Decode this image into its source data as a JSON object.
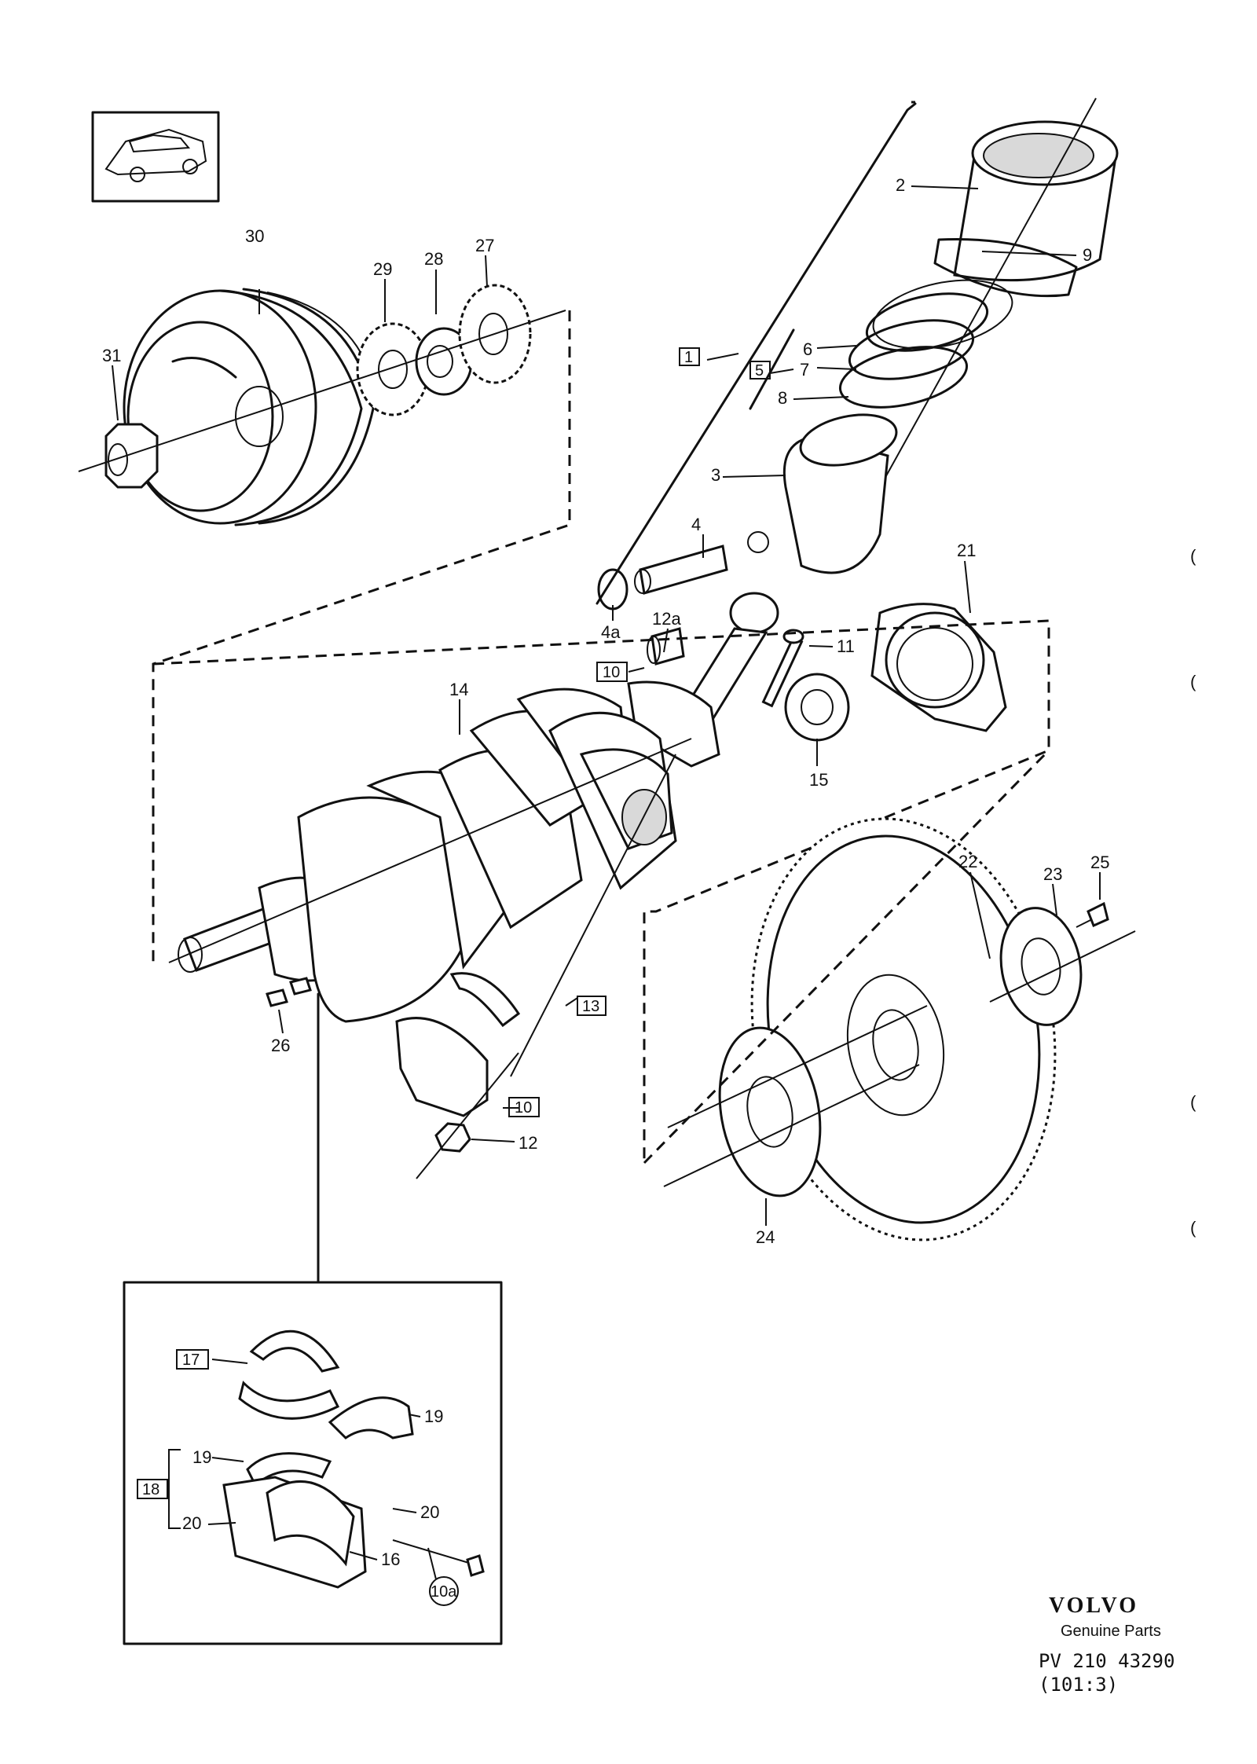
{
  "labels": {
    "l2": "2",
    "l3": "3",
    "l4": "4",
    "l4a": "4a",
    "l6": "6",
    "l7": "7",
    "l8": "8",
    "l9": "9",
    "l11": "11",
    "l12": "12",
    "l12a": "12a",
    "l14": "14",
    "l15": "15",
    "l16": "16",
    "l19a": "19",
    "l19b": "19",
    "l20a": "20",
    "l20b": "20",
    "l21": "21",
    "l22": "22",
    "l23": "23",
    "l24": "24",
    "l25": "25",
    "l26": "26",
    "l27": "27",
    "l28": "28",
    "l29": "29",
    "l30": "30",
    "l31": "31"
  },
  "boxed": {
    "b1": "1",
    "b5": "5",
    "b10a": "10",
    "b10b": "10",
    "b13": "13",
    "b17": "17",
    "b18": "18"
  },
  "circled": {
    "c10a": "10a"
  },
  "footer": {
    "brand": "VOLVO",
    "tagline": "Genuine Parts",
    "ref": "PV 210 43290",
    "sub_ref": "(101:3)"
  },
  "edge_marks": [
    "(",
    "(",
    "(",
    "("
  ]
}
